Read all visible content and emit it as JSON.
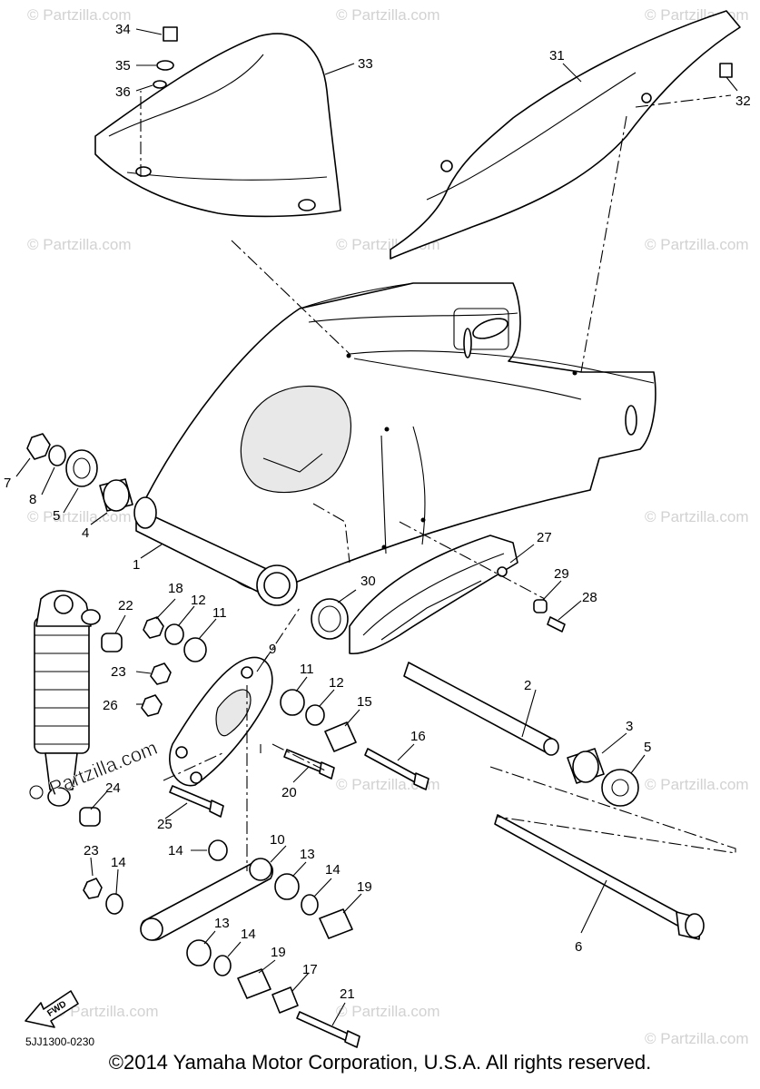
{
  "watermark": "© Partzilla.com",
  "watermark_logo": "Partzilla.com",
  "part_code": "5JJ1300-0230",
  "fwd_label": "FWD",
  "copyright": "©2014 Yamaha Motor Corporation, U.S.A. All rights reserved.",
  "callouts": {
    "c1": "1",
    "c2": "2",
    "c3": "3",
    "c4": "4",
    "c5a": "5",
    "c5b": "5",
    "c6": "6",
    "c7": "7",
    "c8": "8",
    "c9": "9",
    "c10": "10",
    "c11a": "11",
    "c11b": "11",
    "c12a": "12",
    "c12b": "12",
    "c13a": "13",
    "c13b": "13",
    "c14a": "14",
    "c14b": "14",
    "c14c": "14",
    "c14d": "14",
    "c15": "15",
    "c16": "16",
    "c17": "17",
    "c18": "18",
    "c19a": "19",
    "c19b": "19",
    "c20": "20",
    "c21": "21",
    "c22": "22",
    "c23a": "23",
    "c23b": "23",
    "c24": "24",
    "c25": "25",
    "c26": "26",
    "c27": "27",
    "c28": "28",
    "c29": "29",
    "c30": "30",
    "c31": "31",
    "c32": "32",
    "c33": "33",
    "c34": "34",
    "c35": "35",
    "c36": "36"
  }
}
